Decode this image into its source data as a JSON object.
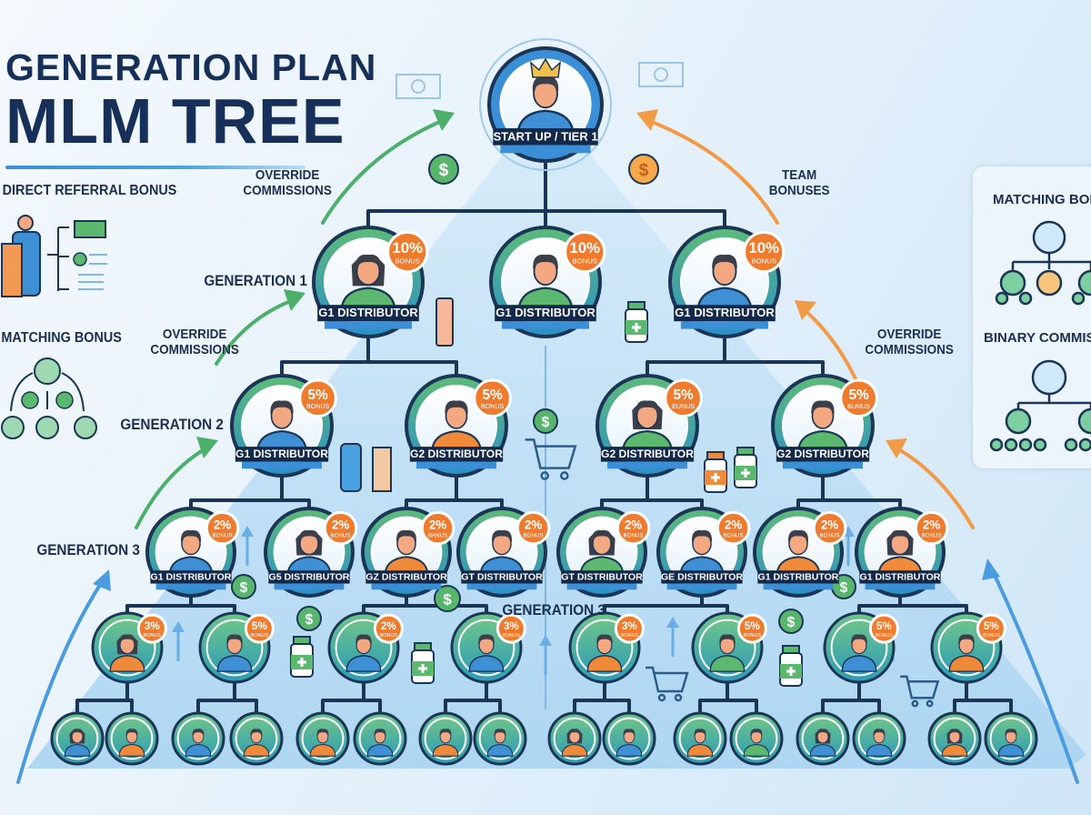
{
  "title": {
    "line1": "GENERATION PLAN",
    "line2": "MLM TREE"
  },
  "left_panel": {
    "direct_referral": "DIRECT REFERRAL BONUS",
    "matching": "MATCHING BONUS"
  },
  "right_panel": {
    "matching": "MATCHING BONUS",
    "binary": "BINARY COMMISSIONS"
  },
  "annotations": {
    "override_top": [
      "OVERRIDE",
      "COMMISSIONS"
    ],
    "team_bonuses": [
      "TEAM",
      "BONUSES"
    ],
    "override_left": [
      "OVERRIDE",
      "COMMISSIONS"
    ],
    "override_right": [
      "OVERRIDE",
      "COMMISSIONS"
    ],
    "generation_1": "GENERATION 1",
    "generation_2": "GENERATION 2",
    "generation_3": "GENERATION 3",
    "generation_3_center": "GENERATION 3"
  },
  "colors": {
    "navy": "#1b3556",
    "badge_orange": "#f07b2c",
    "green_arrow": "#4caf6a",
    "orange_arrow": "#f29a45",
    "blue_arrow": "#4a9be0",
    "pyramid": "#bfdff4"
  },
  "tree": {
    "root": {
      "label": "START UP / TIER 1",
      "icon": "crown-icon",
      "shirt": "blue"
    },
    "generation1": [
      {
        "label": "G1 DISTRIBUTOR",
        "badge_value": "10%",
        "badge_text": "BONUS",
        "shirt": "green",
        "hair": "long"
      },
      {
        "label": "G1 DISTRIBUTOR",
        "badge_value": "10%",
        "badge_text": "BONUS",
        "shirt": "green"
      },
      {
        "label": "G1 DISTRIBUTOR",
        "badge_value": "10%",
        "badge_text": "BONUS",
        "shirt": "blue"
      }
    ],
    "generation2": [
      {
        "label": "G1 DISTRIBUTOR",
        "badge_value": "5%",
        "badge_text": "BONUS",
        "shirt": "blue"
      },
      {
        "label": "G2 DISTRIBUTOR",
        "badge_value": "5%",
        "badge_text": "BONUS",
        "shirt": "orange"
      },
      {
        "label": "G2 DISTRIBUTOR",
        "badge_value": "5%",
        "badge_text": "EUNUS",
        "shirt": "green",
        "hair": "long"
      },
      {
        "label": "G2 DISTRIBUTOR",
        "badge_value": "5%",
        "badge_text": "BUNUS",
        "shirt": "green"
      }
    ],
    "generation3": [
      {
        "label": "G1 DISTRIBUTOR",
        "badge_value": "2%",
        "badge_text": "BONUS",
        "shirt": "blue"
      },
      {
        "label": "G5 DISTRIBUTOR",
        "badge_value": "2%",
        "badge_text": "BONUS",
        "shirt": "blue",
        "hair": "long"
      },
      {
        "label": "GZ DISTRIBUTOR",
        "badge_value": "2%",
        "badge_text": "BANUS",
        "shirt": "orange"
      },
      {
        "label": "GT DISTRIBUTOR",
        "badge_value": "2%",
        "badge_text": "BONUS",
        "shirt": "blue"
      },
      {
        "label": "GT DISTRIBUTOR",
        "badge_value": "2%",
        "badge_text": "BONUS",
        "shirt": "green",
        "hair": "long"
      },
      {
        "label": "GE DISTRIBUTOR",
        "badge_value": "2%",
        "badge_text": "BONUS",
        "shirt": "blue"
      },
      {
        "label": "G1 DISTRIBUTOR",
        "badge_value": "2%",
        "badge_text": "BONUS",
        "shirt": "orange"
      },
      {
        "label": "G1 DISTRIBUTOR",
        "badge_value": "2%",
        "badge_text": "BONUS",
        "shirt": "orange",
        "hair": "long"
      }
    ],
    "generation4": [
      {
        "badge_value": "3%",
        "badge_text": "BONUS",
        "shirt": "orange",
        "hair": "long"
      },
      {
        "badge_value": "5%",
        "badge_text": "BONUS",
        "shirt": "blue"
      },
      {
        "badge_value": "2%",
        "badge_text": "BONUS",
        "shirt": "blue"
      },
      {
        "badge_value": "3%",
        "badge_text": "BONUS",
        "shirt": "blue"
      },
      {
        "badge_value": "3%",
        "badge_text": "BONUS",
        "shirt": "orange"
      },
      {
        "badge_value": "5%",
        "badge_text": "BONUS",
        "shirt": "green"
      },
      {
        "badge_value": "5%",
        "badge_text": "BONUS",
        "shirt": "blue"
      },
      {
        "badge_value": "5%",
        "badge_text": "BONUS",
        "shirt": "orange"
      }
    ],
    "generation5": [
      {
        "shirt": "blue",
        "hair": "long"
      },
      {
        "shirt": "orange"
      },
      {
        "shirt": "blue"
      },
      {
        "shirt": "orange"
      },
      {
        "shirt": "orange"
      },
      {
        "shirt": "blue"
      },
      {
        "shirt": "orange"
      },
      {
        "shirt": "blue"
      },
      {
        "shirt": "orange",
        "hair": "long"
      },
      {
        "shirt": "blue"
      },
      {
        "shirt": "orange"
      },
      {
        "shirt": "green"
      },
      {
        "shirt": "blue",
        "hair": "long"
      },
      {
        "shirt": "blue"
      },
      {
        "shirt": "orange",
        "hair": "long"
      },
      {
        "shirt": "blue"
      }
    ]
  }
}
